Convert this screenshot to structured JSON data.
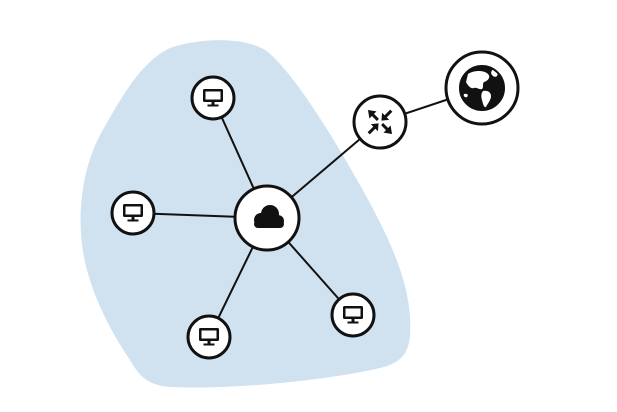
{
  "diagram": {
    "colors": {
      "region_fill": "#d0e2ef",
      "stroke": "#111111",
      "node_fill": "#ffffff",
      "icon": "#111111"
    },
    "nodes": [
      {
        "id": "hub",
        "role": "local network hub",
        "icon": "cloud-icon"
      },
      {
        "id": "pc-top",
        "role": "workstation",
        "icon": "monitor-icon"
      },
      {
        "id": "pc-left",
        "role": "workstation",
        "icon": "monitor-icon"
      },
      {
        "id": "pc-bottom",
        "role": "workstation",
        "icon": "monitor-icon"
      },
      {
        "id": "pc-right",
        "role": "workstation",
        "icon": "monitor-icon"
      },
      {
        "id": "router",
        "role": "router",
        "icon": "router-arrows-icon"
      },
      {
        "id": "internet",
        "role": "internet",
        "icon": "globe-icon"
      }
    ],
    "edges": [
      {
        "from": "hub",
        "to": "pc-top"
      },
      {
        "from": "hub",
        "to": "pc-left"
      },
      {
        "from": "hub",
        "to": "pc-bottom"
      },
      {
        "from": "hub",
        "to": "pc-right"
      },
      {
        "from": "hub",
        "to": "router"
      },
      {
        "from": "router",
        "to": "internet"
      }
    ]
  }
}
